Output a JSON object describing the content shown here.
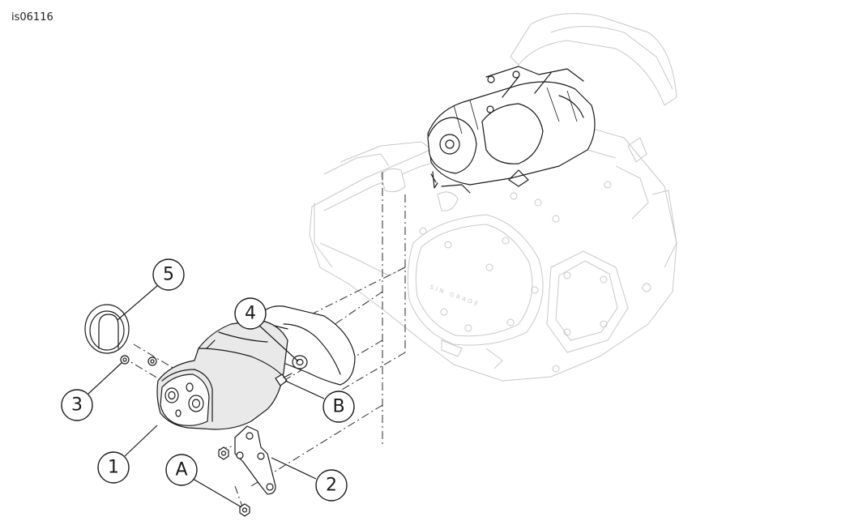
{
  "figure_id": "is06116",
  "callouts": [
    {
      "id": "1",
      "label": "1"
    },
    {
      "id": "2",
      "label": "2"
    },
    {
      "id": "3",
      "label": "3"
    },
    {
      "id": "4",
      "label": "4"
    },
    {
      "id": "5",
      "label": "5"
    },
    {
      "id": "A",
      "label": "A"
    },
    {
      "id": "B",
      "label": "B"
    }
  ],
  "colors": {
    "line": "#1a1a1a",
    "ghost_line": "#c8c8c8",
    "background": "#ffffff"
  }
}
